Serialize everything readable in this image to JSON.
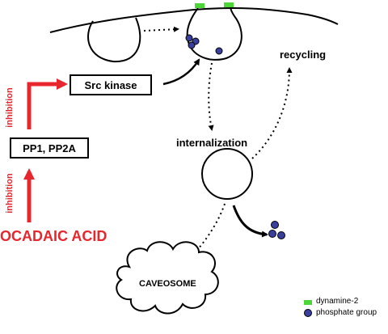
{
  "labels": {
    "src_kinase": "Src kinase",
    "pp": "PP1, PP2A",
    "ocadaic": "OCADAIC ACID",
    "inhibition_upper": "inhibition",
    "inhibition_lower": "inhibition",
    "recycling": "recycling",
    "internalization": "internalization",
    "caveosome": "CAVEOSOME"
  },
  "legend": {
    "dynamine": "dynamine-2",
    "phosphate": "phosphate group"
  },
  "colors": {
    "red": "#e8262d",
    "dynamine": "#4cd637",
    "phosphate": "#3a3f9e",
    "line": "#000000"
  }
}
